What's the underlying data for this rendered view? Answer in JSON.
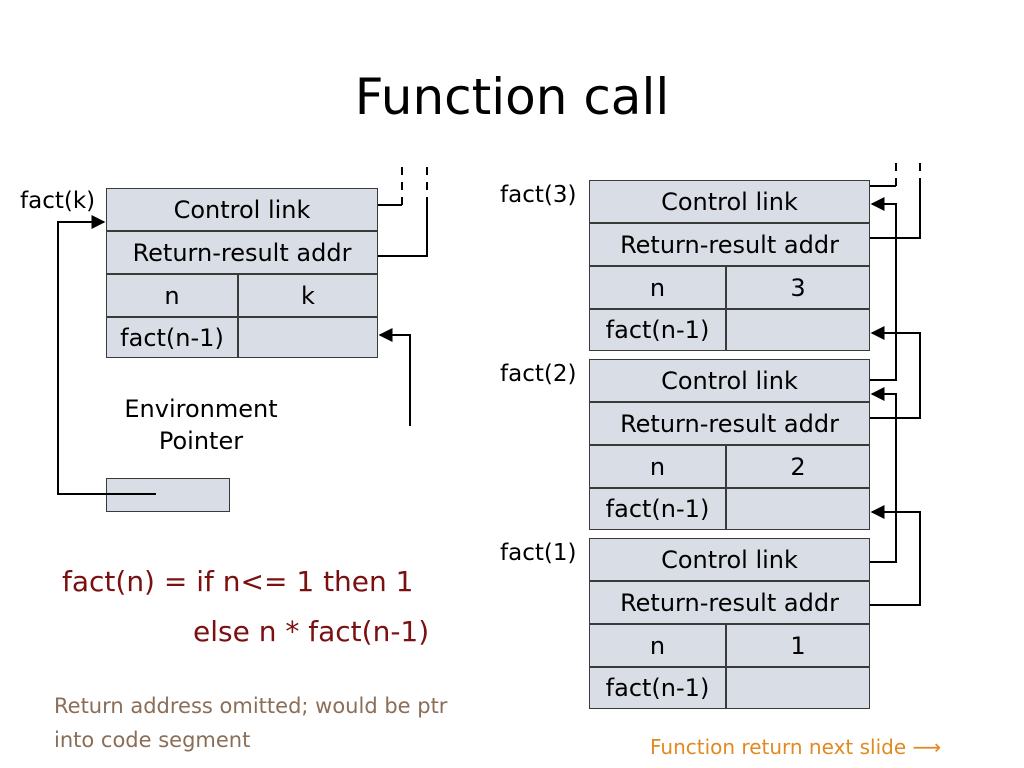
{
  "slide": {
    "title": "Function call"
  },
  "generic_record": {
    "label": "fact(k)",
    "control_link": "Control link",
    "return_addr": "Return-result addr",
    "param_name": "n",
    "param_value": "k",
    "local_name": "fact(n-1)",
    "local_value": ""
  },
  "environment_pointer": {
    "line1": "Environment",
    "line2": "Pointer"
  },
  "stack_records": [
    {
      "label": "fact(3)",
      "control_link": "Control link",
      "return_addr": "Return-result addr",
      "param_name": "n",
      "param_value": "3",
      "local_name": "fact(n-1)",
      "local_value": ""
    },
    {
      "label": "fact(2)",
      "control_link": "Control link",
      "return_addr": "Return-result addr",
      "param_name": "n",
      "param_value": "2",
      "local_name": "fact(n-1)",
      "local_value": ""
    },
    {
      "label": "fact(1)",
      "control_link": "Control link",
      "return_addr": "Return-result addr",
      "param_name": "n",
      "param_value": "1",
      "local_name": "fact(n-1)",
      "local_value": ""
    }
  ],
  "code": {
    "line1": "fact(n) = if n<= 1  then 1",
    "line2": "else n * fact(n-1)"
  },
  "note": "Return address omitted; would be ptr into code segment",
  "next_link": "Function return next slide ⟶",
  "colors": {
    "cell_fill": "#d9dde5",
    "code_text": "#7a1010",
    "note_text": "#8a6e58",
    "link_text": "#e08a20"
  }
}
